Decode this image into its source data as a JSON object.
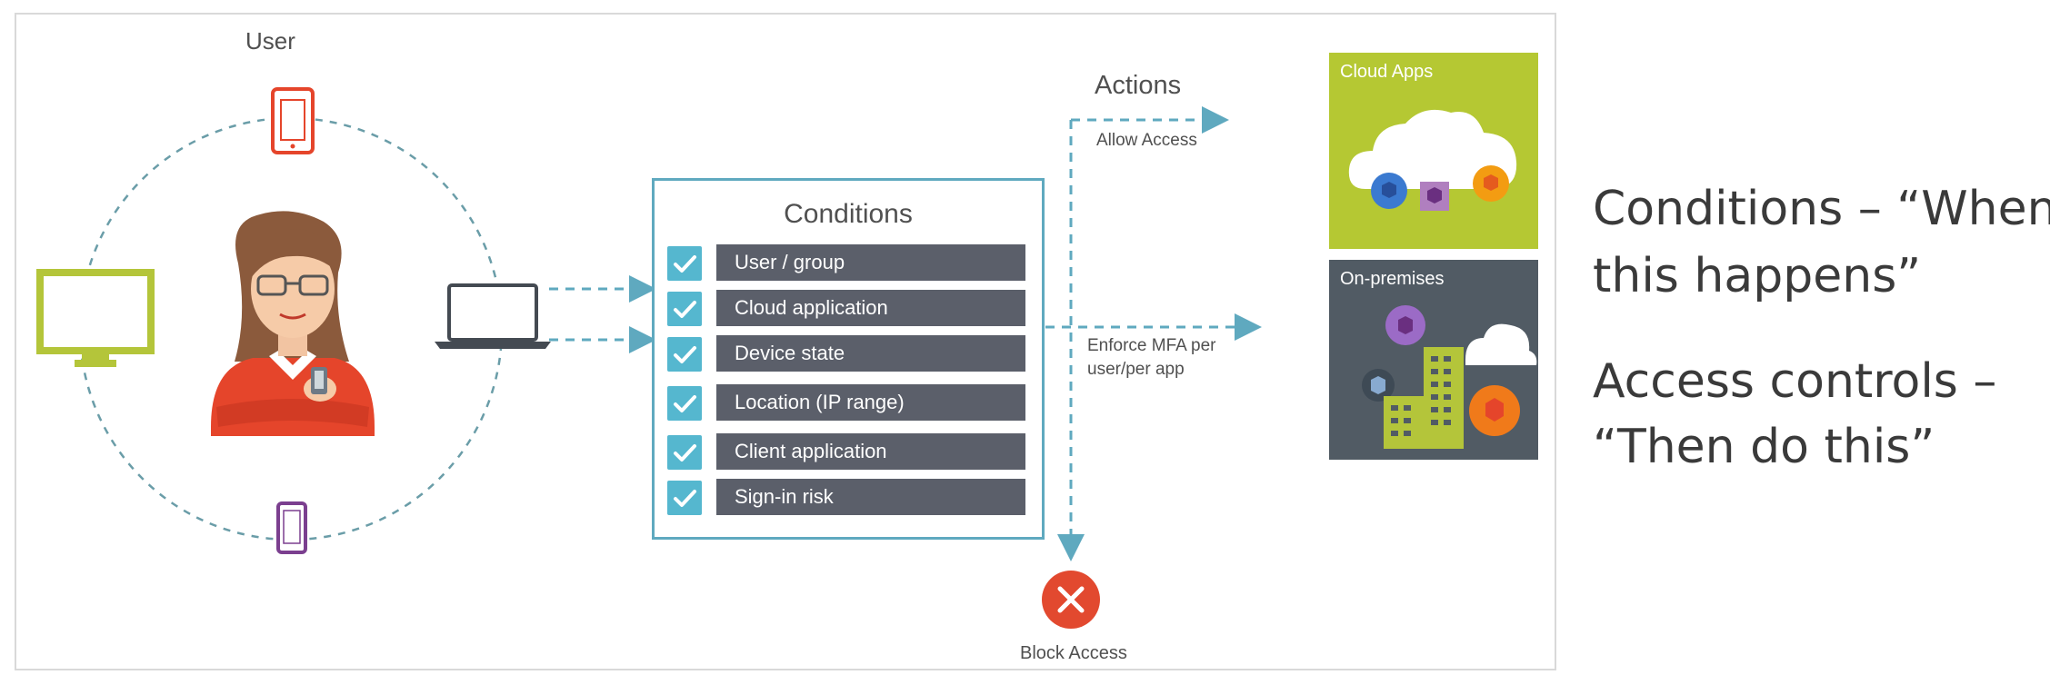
{
  "diagram": {
    "user_label": "User",
    "conditions": {
      "title": "Conditions",
      "items": [
        {
          "label": "User / group"
        },
        {
          "label": "Cloud application"
        },
        {
          "label": "Device state"
        },
        {
          "label": "Location (IP range)"
        },
        {
          "label": "Client application"
        },
        {
          "label": "Sign-in risk"
        }
      ]
    },
    "actions": {
      "title": "Actions",
      "allow_access": "Allow Access",
      "enforce_mfa_line1": "Enforce MFA per",
      "enforce_mfa_line2": "user/per app",
      "block_access": "Block Access"
    },
    "tiles": {
      "cloud_apps": "Cloud Apps",
      "on_premises": "On-premises"
    },
    "colors": {
      "accent_teal": "#5fa9bf",
      "check_blue": "#55b7cf",
      "condition_bar": "#5b5f6a",
      "cloud_tile": "#b5c833",
      "onprem_tile": "#515b64",
      "block_red": "#e2492f",
      "device_green": "#b4c53a",
      "device_orange": "#e5452b",
      "device_purple": "#7b3f8f"
    },
    "icons": [
      "tablet-icon",
      "monitor-icon",
      "laptop-icon",
      "phone-icon",
      "person-avatar",
      "check-icon",
      "block-x-icon",
      "cloud-icon",
      "building-icon"
    ]
  },
  "side_text": {
    "line1": "Conditions – “When",
    "line2": "this happens”",
    "line3": "Access controls –",
    "line4": "“Then do this”"
  }
}
